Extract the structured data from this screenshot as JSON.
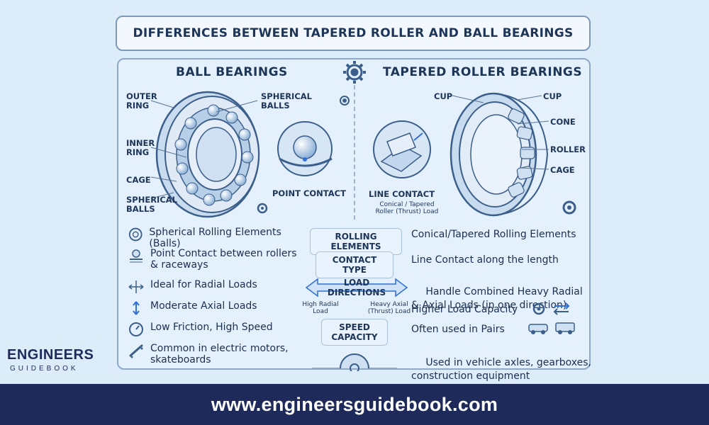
{
  "title": "DIFFERENCES BETWEEN TAPERED ROLLER AND BALL BEARINGS",
  "left": {
    "heading": "BALL BEARINGS",
    "labels": {
      "outer_ring": "OUTER\nRING",
      "inner_ring": "INNER\nRING",
      "cage": "CAGE",
      "spherical_balls_bottom": "SPHERICAL\nBALLS",
      "spherical_balls_top": "SPHERICAL\nBALLS",
      "point_contact": "POINT CONTACT"
    },
    "features": [
      {
        "icon": "bearing-icon",
        "text": "Spherical Rolling Elements (Balls)"
      },
      {
        "icon": "ball-contact-icon",
        "text": "Point Contact between rollers\n& raceways"
      },
      {
        "icon": "radial-arrows-icon",
        "text": "Ideal for Radial Loads"
      },
      {
        "icon": "axial-arrows-icon",
        "text": "Moderate Axial Loads"
      },
      {
        "icon": "speedometer-icon",
        "text": "Low Friction, High Speed"
      },
      {
        "icon": "skateboard-icon",
        "text": "Common in electric motors,\nskateboards"
      }
    ]
  },
  "right": {
    "heading": "TAPERED ROLLER BEARINGS",
    "labels": {
      "cup_left": "CUP",
      "cup_right": "CUP",
      "cone": "CONE",
      "roller": "ROLLER",
      "cage": "CAGE",
      "line_contact": "LINE CONTACT",
      "line_contact_sub": "Conical / Tapered\nRoller (Thrust) Load"
    },
    "features": [
      {
        "text": "Conical/Tapered Rolling Elements"
      },
      {
        "text": "Line Contact along the length"
      },
      {
        "text": "Handle Combined Heavy Radial\n& Axial Loads (in one direction)"
      },
      {
        "text": "Higher Load Capacity"
      },
      {
        "text": "Often used in Pairs"
      },
      {
        "text": "Used in vehicle axles, gearboxes,\nconstruction equipment"
      }
    ]
  },
  "center": {
    "rolling_elements": "ROLLING ELEMENTS",
    "contact_type": "CONTACT TYPE",
    "load_directions": "LOAD\nDIRECTIONS",
    "high_radial": "High Radial\nLoad",
    "heavy_axial": "Heavy Axial\n(Thrust) Load",
    "speed_capacity": "SPEED\nCAPACITY"
  },
  "brand": {
    "top": "ENGINEERS",
    "bottom": "GUIDEBOOK"
  },
  "footer": {
    "url": "www.engineersguidebook.com"
  },
  "colors": {
    "background": "#dcecf9",
    "footer": "#1e2a5a",
    "accent": "#1d3557",
    "arrow": "#2f6fd6"
  }
}
